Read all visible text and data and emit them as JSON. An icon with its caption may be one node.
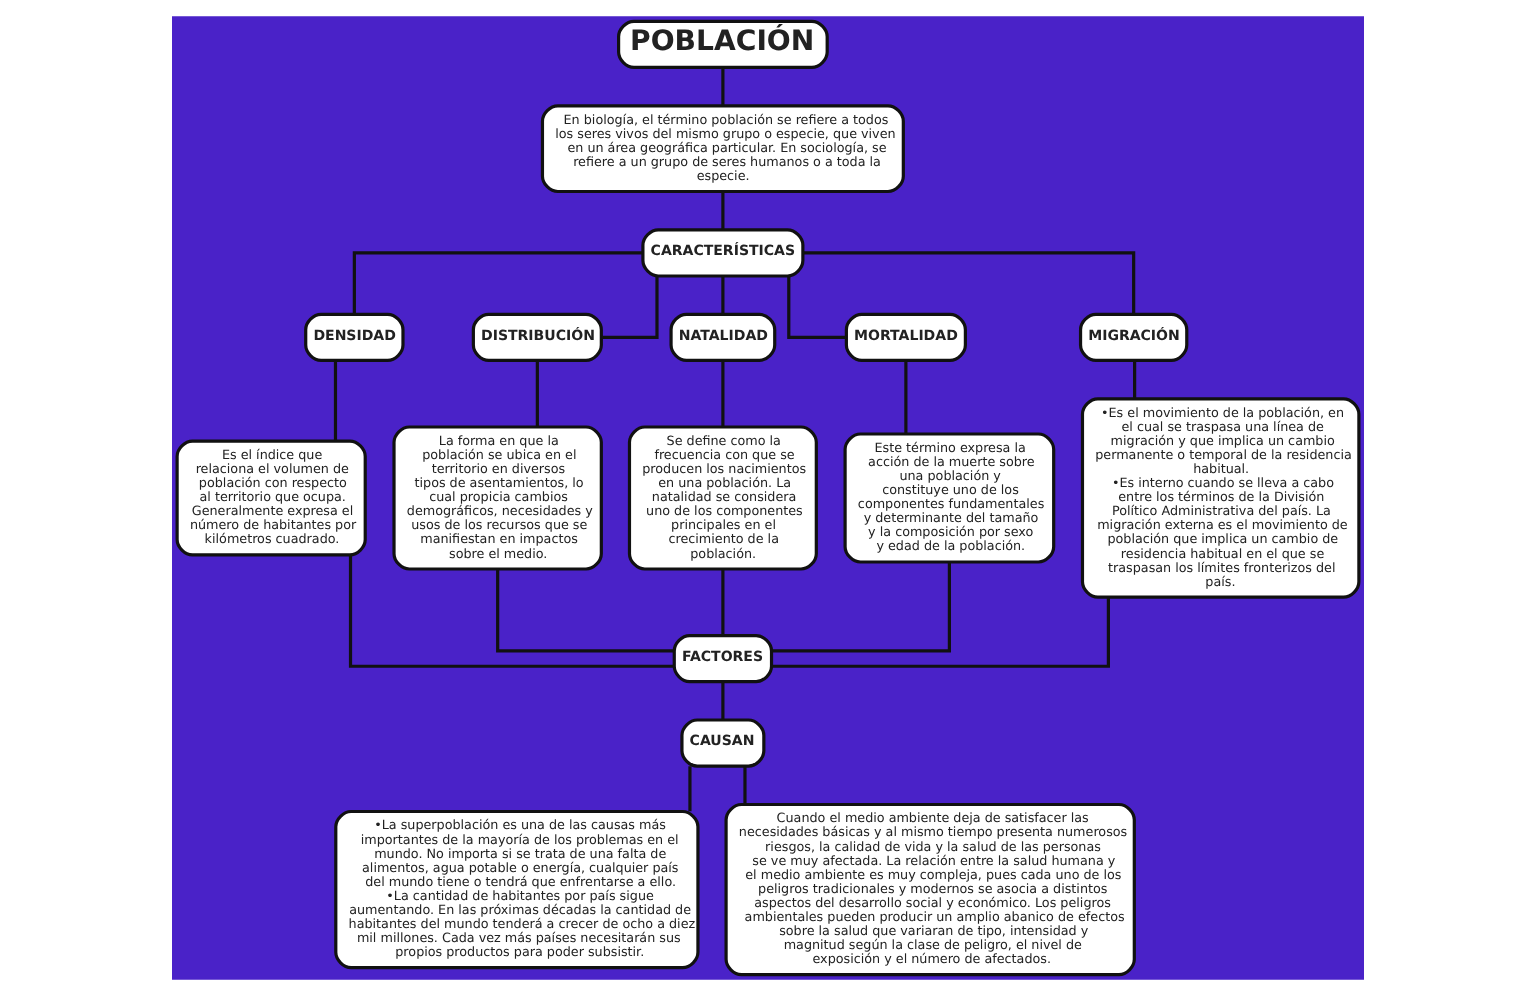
{
  "diagram": {
    "nodes": [
      {
        "text": [
          "POBLACIÓN"
        ]
      },
      {
        "text": [
          "En biología, el término población se refiere a todos los seres vivos del mismo grupo o especie, que viven en un área geográfica particular. En sociología, se refiere a un grupo de seres humanos o a toda la especie."
        ]
      },
      {
        "text": [
          "CARACTERÍSTICAS"
        ]
      },
      {
        "text": [
          "DENSIDAD"
        ]
      },
      {
        "text": [
          "Es el índice que relaciona el volumen de población con respecto al territorio que ocupa. Generalmente expresa el número de habitantes por kilómetros cuadrado."
        ]
      },
      {
        "text": [
          "DISTRIBUCIÓN"
        ]
      },
      {
        "text": [
          "La forma en que la población se ubica en el territorio en diversos tipos de asentamientos, lo cual propicia cambios demográficos, necesidades y usos de los recursos que se manifiestan en impactos sobre el medio."
        ]
      },
      {
        "text": [
          "NATALIDAD"
        ]
      },
      {
        "text": [
          "Se define como la frecuencia con que se producen los nacimientos en una población. La natalidad se considera uno de los componentes principales en el crecimiento de la población."
        ]
      },
      {
        "text": [
          "MORTALIDAD"
        ]
      },
      {
        "text": [
          "Este término expresa la acción de la muerte sobre una población y constituye uno de los componentes fundamentales y determinante del tamaño y la composición por sexo y edad de la población."
        ]
      },
      {
        "text": [
          "MIGRACIÓN"
        ]
      },
      {
        "text": [
          "•Es el movimiento de la población, en el cual se traspasa una línea de migración y que implica un cambio permanente o temporal de la residencia habitual.",
          "•Es interno cuando se lleva a cabo entre los términos de la División Político Administrativa del país. La migración externa es el movimiento de población que implica un cambio de residencia habitual en el que se traspasan los límites fronterizos del país."
        ]
      },
      {
        "text": [
          "FACTORES"
        ]
      },
      {
        "text": [
          "CAUSAN"
        ]
      },
      {
        "text": [
          "•La superpoblación es una de las causas más importantes de la mayoría de los problemas en el mundo. No importa si se trata de una falta de alimentos, agua potable o energía, cualquier país del mundo tiene o tendrá que enfrentarse a ello.",
          "•La cantidad de habitantes por país sigue aumentando. En las próximas décadas la cantidad de habitantes del mundo tenderá a crecer de ocho a diez mil millones. Cada vez más países necesitarán sus propios productos para poder subsistir."
        ]
      },
      {
        "text": [
          "Cuando el medio ambiente deja de satisfacer las necesidades básicas y al mismo tiempo presenta numerosos riesgos, la calidad de vida y la salud de las personas se ve muy afectada. La relación entre la salud humana y el medio ambiente es muy compleja, pues cada uno de los peligros tradicionales y modernos se asocia a distintos aspectos del desarrollo social y económico. Los peligros ambientales pueden producir un amplio abanico de efectos sobre la salud que variaran de tipo, intensidad y magnitud según la clase de peligro, el nivel de exposición y el número de afectados."
        ]
      }
    ],
    "edges": [
      {
        "from": 0,
        "to": 1,
        "arrow": "none"
      },
      {
        "from": 1,
        "to": 2,
        "arrow": "none"
      },
      {
        "from": 2,
        "to": 3,
        "arrow": "none"
      },
      {
        "from": 2,
        "to": 5,
        "arrow": "none"
      },
      {
        "from": 2,
        "to": 7,
        "arrow": "none"
      },
      {
        "from": 2,
        "to": 9,
        "arrow": "none"
      },
      {
        "from": 2,
        "to": 11,
        "arrow": "none"
      },
      {
        "from": 3,
        "to": 4,
        "arrow": "none"
      },
      {
        "from": 5,
        "to": 6,
        "arrow": "none"
      },
      {
        "from": 7,
        "to": 8,
        "arrow": "none"
      },
      {
        "from": 9,
        "to": 10,
        "arrow": "none"
      },
      {
        "from": 11,
        "to": 12,
        "arrow": "none"
      },
      {
        "from": 4,
        "to": 13,
        "arrow": "none"
      },
      {
        "from": 6,
        "to": 13,
        "arrow": "none"
      },
      {
        "from": 8,
        "to": 13,
        "arrow": "none"
      },
      {
        "from": 10,
        "to": 13,
        "arrow": "none"
      },
      {
        "from": 12,
        "to": 13,
        "arrow": "none"
      },
      {
        "from": 13,
        "to": 14,
        "arrow": "none"
      },
      {
        "from": 14,
        "to": 15,
        "arrow": "none"
      },
      {
        "from": 14,
        "to": 16,
        "arrow": "none"
      }
    ]
  }
}
